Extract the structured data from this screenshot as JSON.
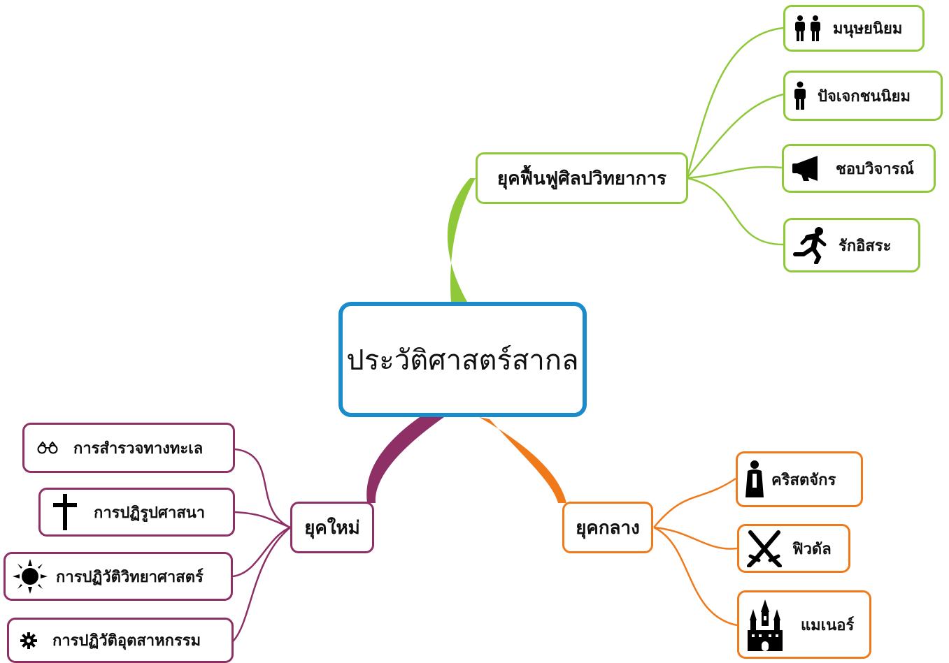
{
  "center": {
    "label": "ประวัติศาสตร์สากล"
  },
  "colors": {
    "center": "#1a8ccc",
    "renaissance": "#8fc93a",
    "medieval": "#f07a1a",
    "modern": "#8e3066"
  },
  "branches": {
    "renaissance": {
      "label": "ยุคฟื้นฟูศิลปวิทยาการ",
      "items": [
        {
          "label": "มนุษยนิยม",
          "icon": "two-people-icon"
        },
        {
          "label": "ปัจเจกชนนิยม",
          "icon": "person-icon"
        },
        {
          "label": "ชอบวิจารณ์",
          "icon": "megaphone-icon"
        },
        {
          "label": "รักอิสระ",
          "icon": "running-person-icon"
        }
      ]
    },
    "medieval": {
      "label": "ยุคกลาง",
      "items": [
        {
          "label": "คริสตจักร",
          "icon": "monk-icon"
        },
        {
          "label": "ฟิวดัล",
          "icon": "crossed-swords-icon"
        },
        {
          "label": "แมเนอร์",
          "icon": "castle-icon"
        }
      ]
    },
    "modern": {
      "label": "ยุคใหม่",
      "items": [
        {
          "label": "การสำรวจทางทะเล",
          "icon": "binoculars-icon"
        },
        {
          "label": "การปฏิรูปศาสนา",
          "icon": "cross-icon"
        },
        {
          "label": "การปฏิวัติวิทยาศาสตร์",
          "icon": "sun-icon"
        },
        {
          "label": "การปฏิวัติอุตสาหกรรม",
          "icon": "gear-icon"
        }
      ]
    }
  }
}
